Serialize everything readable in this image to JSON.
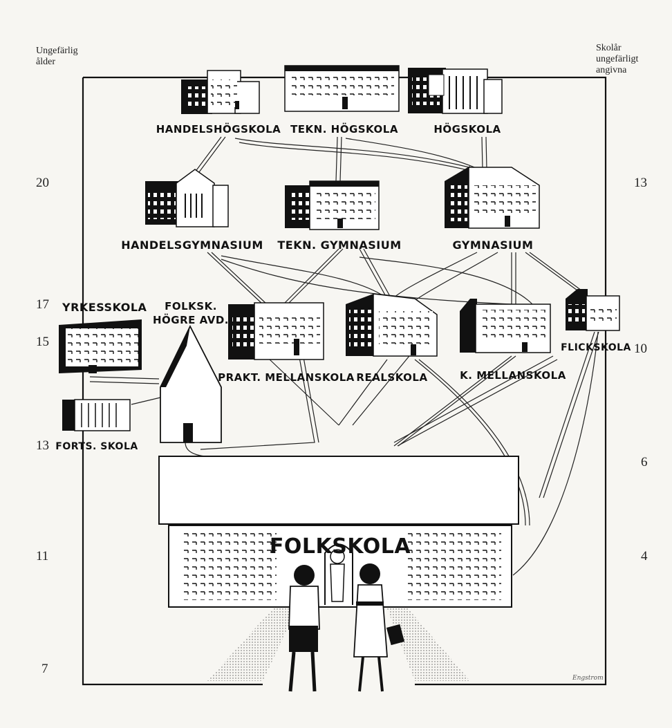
{
  "left_axis": {
    "title_line1": "Ungefärlig",
    "title_line2": "ålder",
    "ticks": [
      "20",
      "17",
      "15",
      "13",
      "11",
      "7"
    ]
  },
  "right_axis": {
    "title_line1": "Skolår",
    "title_line2": "ungefärligt",
    "title_line3": "angivna",
    "ticks": [
      "13",
      "10",
      "6",
      "4"
    ]
  },
  "schools": {
    "handelshogskola": "HANDELSHÖGSKOLA",
    "tekn_hogskola": "TEKN. HÖGSKOLA",
    "hogskola": "HÖGSKOLA",
    "handelsgymnasium": "HANDELSGYMNASIUM",
    "tekn_gymnasium": "TEKN. GYMNASIUM",
    "gymnasium": "GYMNASIUM",
    "yrkesskola": "YRKESSKOLA",
    "folksk_hogre_line1": "FOLKSK.",
    "folksk_hogre_line2": "HÖGRE AVD.",
    "prakt_mellanskola": "PRAKT. MELLANSKOLA",
    "realskola": "REALSKOLA",
    "k_mellanskola": "K. MELLANSKOLA",
    "flickskola": "FLICKSKOLA",
    "forts_skola": "FORTS. SKOLA",
    "folkskola": "FOLKSKOLA"
  },
  "signature": "Engstrom",
  "colors": {
    "ink": "#111111",
    "paper": "#f7f6f2"
  }
}
